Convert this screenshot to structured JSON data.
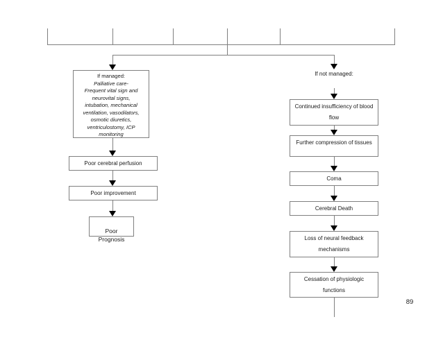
{
  "page_number": "89",
  "flowchart": {
    "managed": {
      "heading": "If managed:",
      "details": "Palliative care-\nFrequent vital sign and\nneurovital signs,\nintubation, mechanical\nventilation, vasodilators,\nosmotic diuretics,\nventriculostomy, ICP\nmonitoring",
      "steps": {
        "perfusion": "Poor cerebral perfusion",
        "improvement": "Poor improvement",
        "prognosis": "Poor\nPrognosis"
      }
    },
    "not_managed": {
      "heading": "If not managed:",
      "steps": {
        "insufficiency": "Continued insufficiency of blood\nflow",
        "compression": "Further compression of tissues",
        "coma": "Coma",
        "cerebral_death": "Cerebral Death",
        "neural_feedback": "Loss of neural feedback\nmechanisms",
        "cessation": "Cessation of physiologic\nfunctions"
      }
    }
  }
}
